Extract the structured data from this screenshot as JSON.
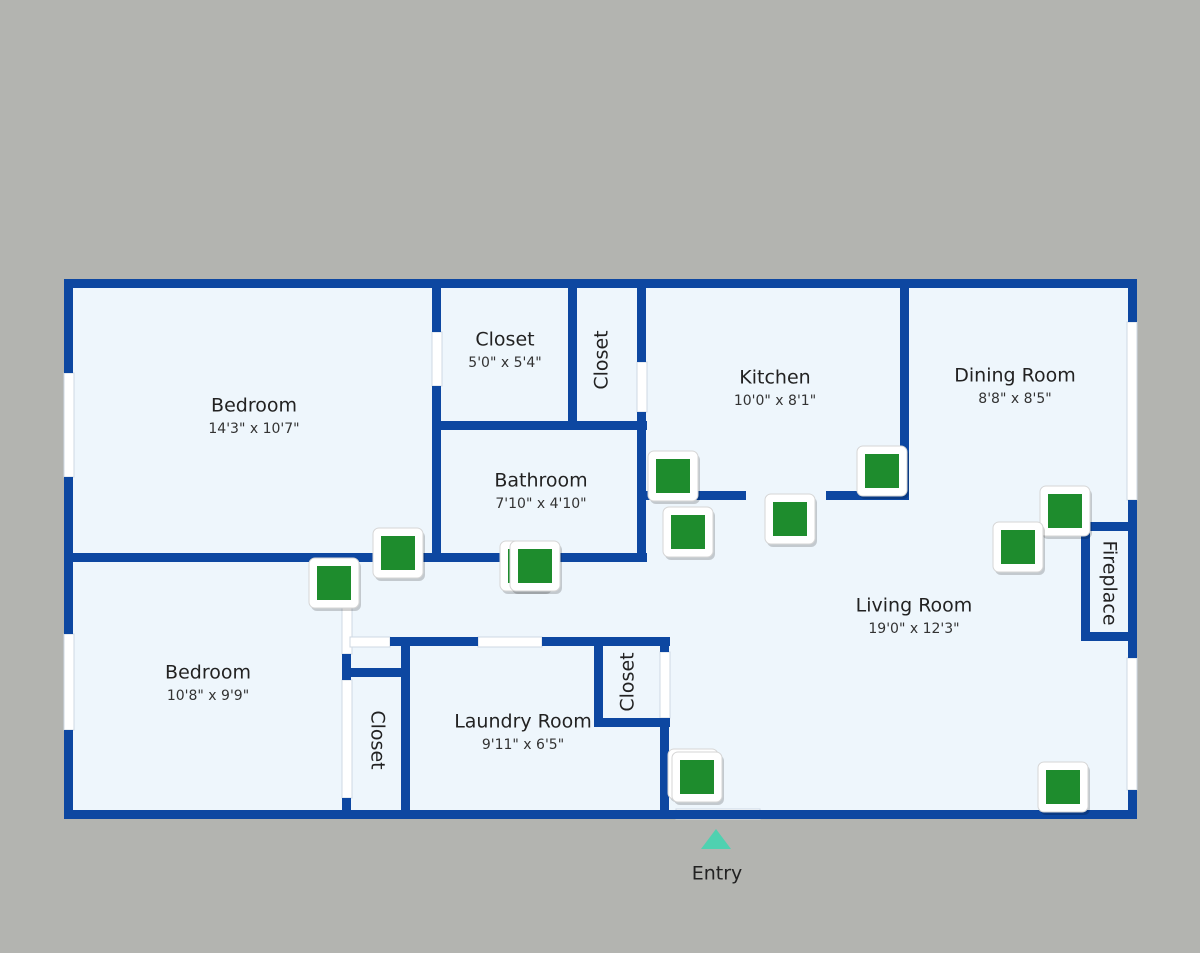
{
  "colors": {
    "background": "#b3b4b0",
    "floor": "#eef6fc",
    "wall": "#0d47a1",
    "window": "#ffffff",
    "photo_marker": "#1e8c2d",
    "entry_arrow": "#4fd1b0"
  },
  "rooms": [
    {
      "id": "bedroom-1",
      "name": "Bedroom",
      "dimensions": "14'3\" x 10'7\""
    },
    {
      "id": "closet-1",
      "name": "Closet",
      "dimensions": "5'0\" x 5'4\""
    },
    {
      "id": "closet-2",
      "name": "Closet"
    },
    {
      "id": "kitchen",
      "name": "Kitchen",
      "dimensions": "10'0\" x 8'1\""
    },
    {
      "id": "dining-room",
      "name": "Dining Room",
      "dimensions": "8'8\" x 8'5\""
    },
    {
      "id": "bathroom",
      "name": "Bathroom",
      "dimensions": "7'10\" x 4'10\""
    },
    {
      "id": "fireplace",
      "name": "Fireplace"
    },
    {
      "id": "living-room",
      "name": "Living Room",
      "dimensions": "19'0\" x 12'3\""
    },
    {
      "id": "bedroom-2",
      "name": "Bedroom",
      "dimensions": "10'8\" x 9'9\""
    },
    {
      "id": "closet-3",
      "name": "Closet"
    },
    {
      "id": "laundry-room",
      "name": "Laundry Room",
      "dimensions": "9'11\" x 6'5\""
    },
    {
      "id": "closet-4",
      "name": "Closet"
    }
  ],
  "entry": {
    "label": "Entry",
    "icon": "entry-arrow-icon"
  },
  "photo_markers": {
    "count": 13,
    "icon": "photo-marker-icon"
  }
}
